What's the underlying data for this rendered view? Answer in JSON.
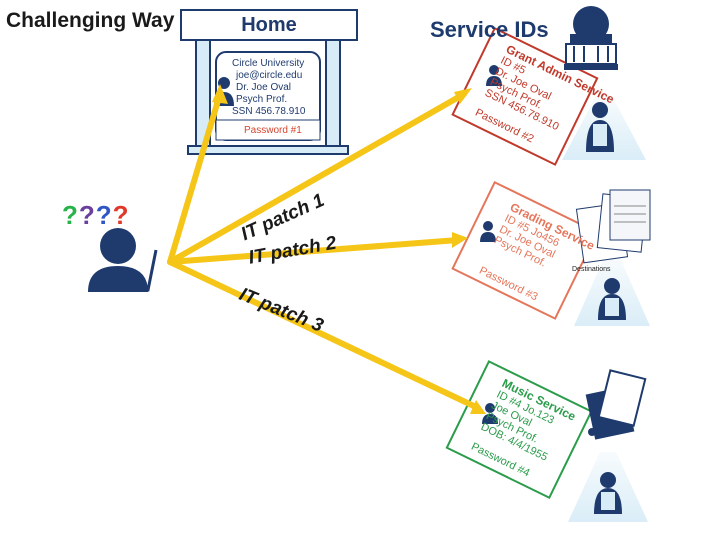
{
  "title": "Challenging Way",
  "home": {
    "label": "Home",
    "card_lines": [
      "Circle University",
      "joe@circle.edu",
      "Dr. Joe Oval",
      "Psych Prof.",
      "SSN 456.78.910"
    ],
    "password": "Password #1"
  },
  "service_ids_title": "Service IDs",
  "unknown_user": "????",
  "patches": [
    "IT patch 1",
    "IT patch 2",
    "IT patch 3"
  ],
  "services": [
    {
      "head": "Grant Admin Service",
      "lines": [
        "ID #5",
        "Dr. Joe Oval",
        "Psych Prof.",
        "SSN 456.78.910"
      ],
      "password": "Password #2",
      "color": "#c0392b"
    },
    {
      "head": "Grading Service",
      "lines": [
        "ID #5 Jo456",
        "Dr. Joe Oval",
        "Psych Prof."
      ],
      "password": "Password #3",
      "color": "#e5765a"
    },
    {
      "head": "Music Service",
      "lines": [
        "ID #4 Jo.123",
        "Joe Oval",
        "Psych Prof.",
        "DOB: 4/4/1955"
      ],
      "password": "Password #4",
      "color": "#2a9c4a"
    }
  ],
  "destinations_label": "Destinations",
  "colors": {
    "arrow": "#f5c518",
    "navy": "#1f3b6e",
    "light_blue": "#d8ecf7"
  }
}
